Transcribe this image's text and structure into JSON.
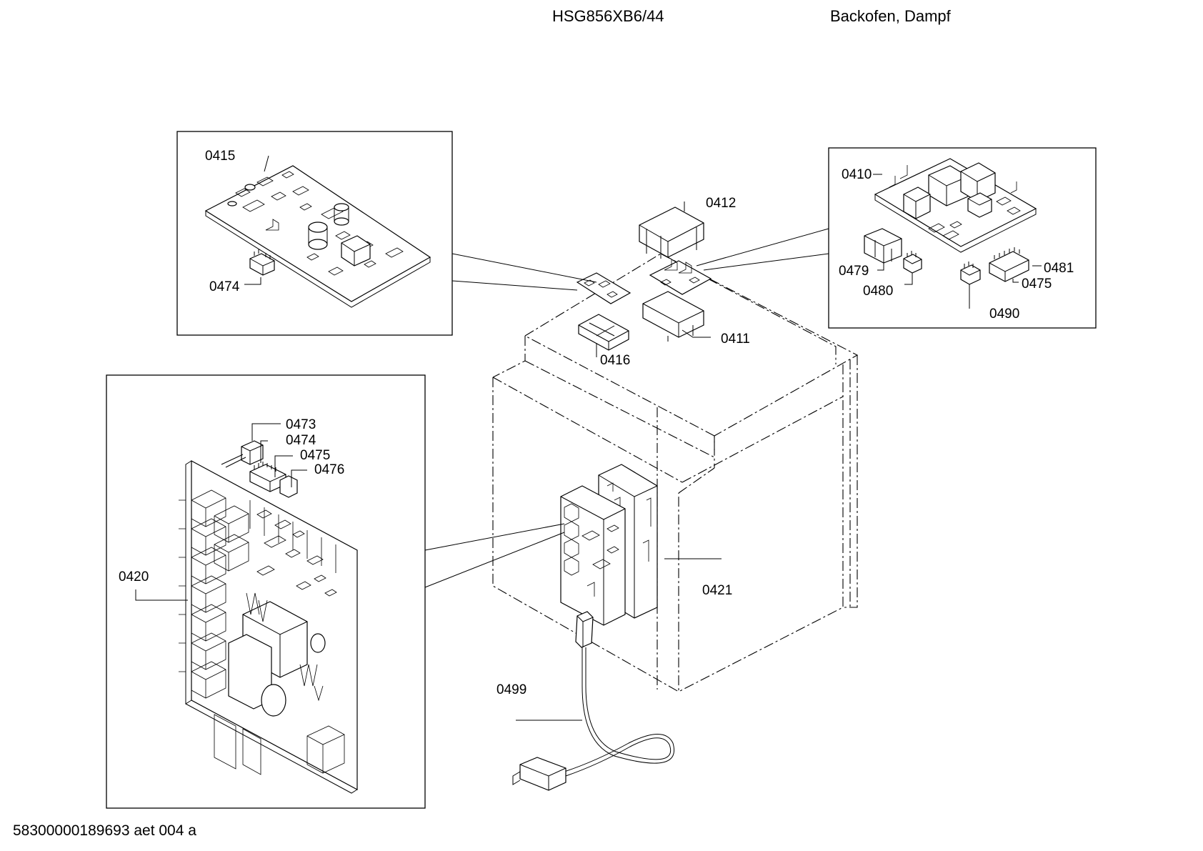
{
  "header": {
    "model": "HSG856XB6/44",
    "description": "Backofen, Dampf"
  },
  "footer": {
    "document_id": "58300000189693 aet 004 a"
  },
  "parts": {
    "p0410": "0410",
    "p0411": "0411",
    "p0412": "0412",
    "p0415": "0415",
    "p0416": "0416",
    "p0420": "0420",
    "p0421": "0421",
    "p0473": "0473",
    "p0474a": "0474",
    "p0474b": "0474",
    "p0475a": "0475",
    "p0475b": "0475",
    "p0476": "0476",
    "p0479": "0479",
    "p0480": "0480",
    "p0481": "0481",
    "p0490": "0490",
    "p0499": "0499"
  }
}
